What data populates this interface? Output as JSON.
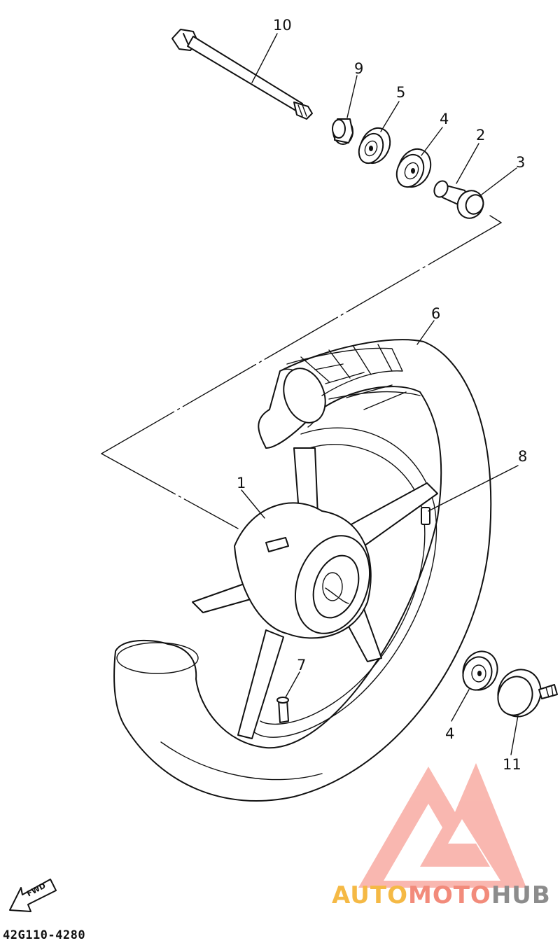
{
  "diagram": {
    "part_code": "42G110-4280",
    "direction_label": "FWD",
    "callouts": [
      {
        "id": "callout-10",
        "label": "10"
      },
      {
        "id": "callout-9",
        "label": "9"
      },
      {
        "id": "callout-5",
        "label": "5"
      },
      {
        "id": "callout-4-top",
        "label": "4"
      },
      {
        "id": "callout-2",
        "label": "2"
      },
      {
        "id": "callout-3",
        "label": "3"
      },
      {
        "id": "callout-6",
        "label": "6"
      },
      {
        "id": "callout-8",
        "label": "8"
      },
      {
        "id": "callout-1",
        "label": "1"
      },
      {
        "id": "callout-7",
        "label": "7"
      },
      {
        "id": "callout-4-bottom",
        "label": "4"
      },
      {
        "id": "callout-11",
        "label": "11"
      }
    ]
  },
  "watermark": {
    "word_part_1": "AUTO",
    "word_part_2": "MOTO",
    "word_part_3": "HUB",
    "colors": {
      "primary": "#f5b945",
      "secondary": "#f28b7b",
      "tertiary": "#8c8c8c"
    }
  }
}
